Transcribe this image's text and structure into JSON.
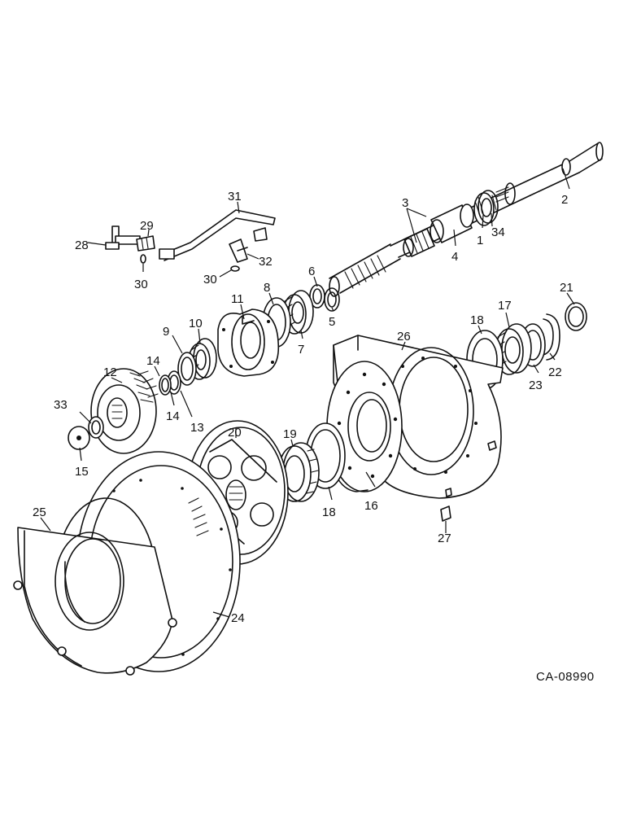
{
  "drawing_code": "CA-08990",
  "callouts": {
    "c1": "1",
    "c2": "2",
    "c3": "3",
    "c4": "4",
    "c5": "5",
    "c6": "6",
    "c7": "7",
    "c8": "8",
    "c9": "9",
    "c10": "10",
    "c11": "11",
    "c12": "12",
    "c13": "13",
    "c14a": "14",
    "c14b": "14",
    "c15": "15",
    "c16": "16",
    "c17": "17",
    "c18a": "18",
    "c18b": "18",
    "c19": "19",
    "c20": "20",
    "c21": "21",
    "c22": "22",
    "c23": "23",
    "c24": "24",
    "c25": "25",
    "c26": "26",
    "c27": "27",
    "c28": "28",
    "c29": "29",
    "c30a": "30",
    "c30b": "30",
    "c31": "31",
    "c32": "32",
    "c33": "33",
    "c34": "34"
  }
}
